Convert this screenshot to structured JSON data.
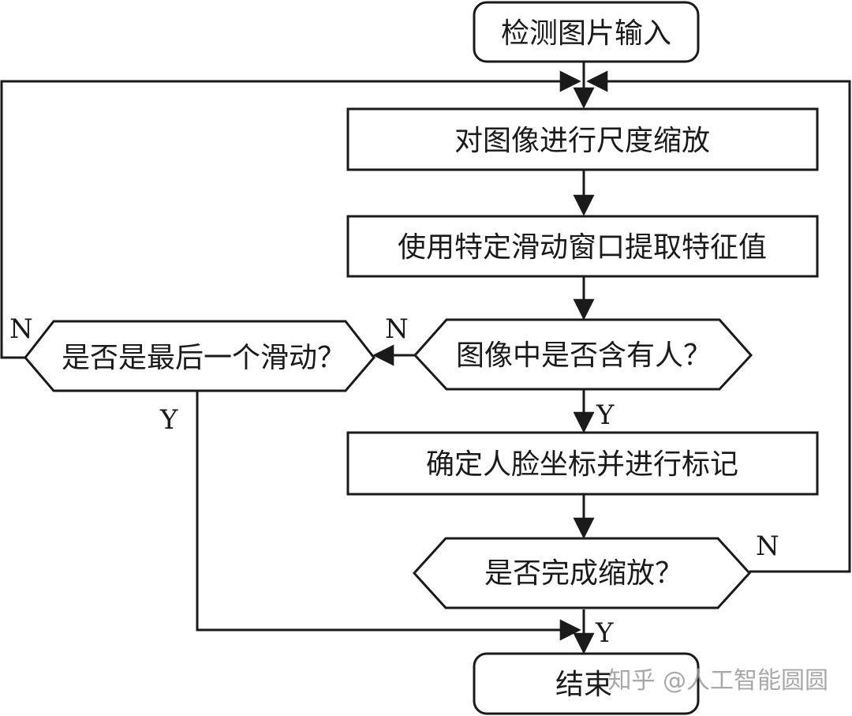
{
  "nodes": {
    "start": "检测图片输入",
    "scale": "对图像进行尺度缩放",
    "extract": "使用特定滑动窗口提取特征值",
    "has_person": "图像中是否含有人？",
    "last_window": "是否是最后一个滑动？",
    "mark_face": "确定人脸坐标并进行标记",
    "scale_done": "是否完成缩放？",
    "end": "结束"
  },
  "branch_labels": {
    "last_window_no": "N",
    "has_person_no": "N",
    "last_window_yes": "Y",
    "has_person_yes": "Y",
    "scale_done_no": "N",
    "scale_done_yes": "Y"
  },
  "watermark": "知乎 @人工智能圆圆",
  "colors": {
    "line": "#1a1a1a",
    "background": "#ffffff",
    "watermark": "#9a9a9a"
  }
}
